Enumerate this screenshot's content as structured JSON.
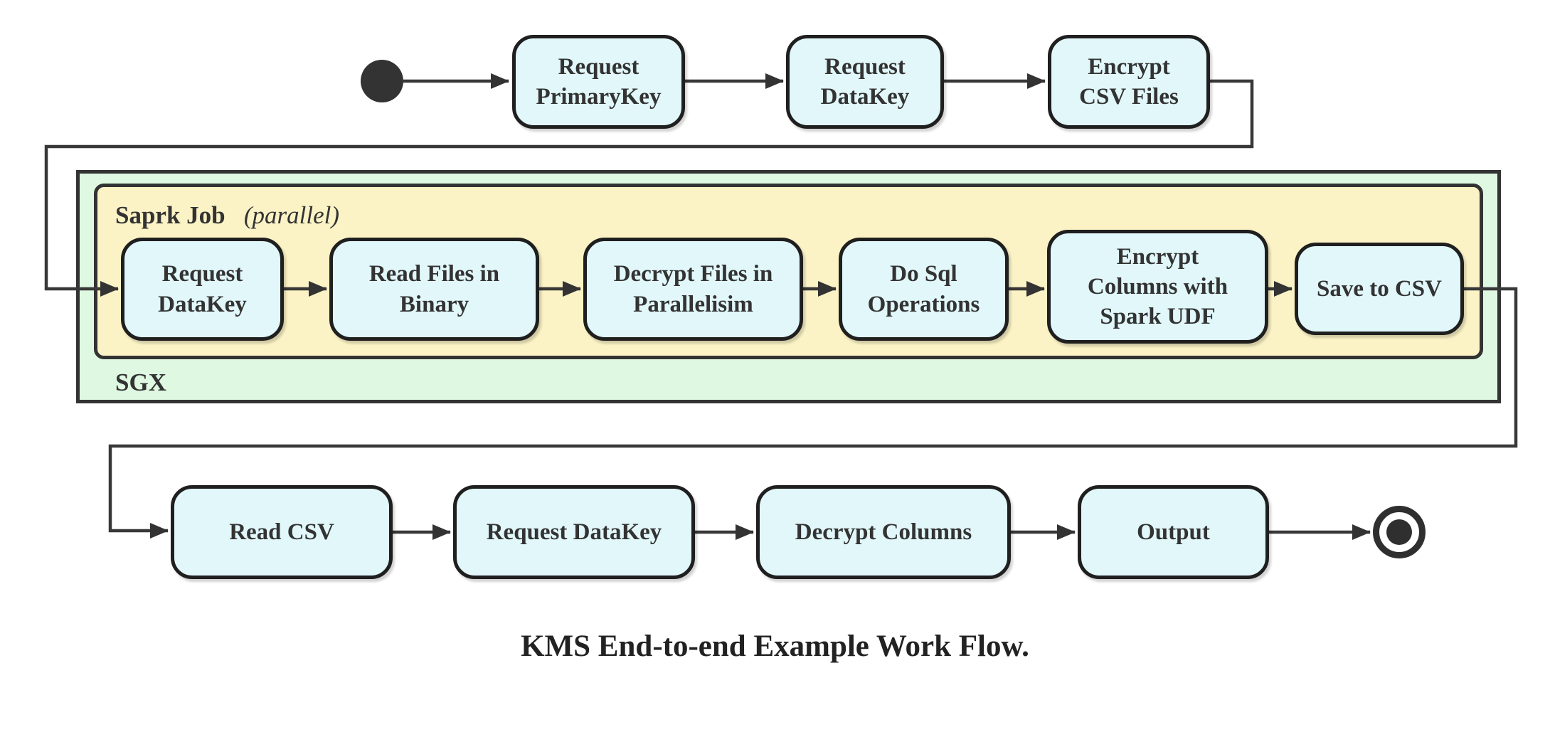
{
  "diagram": {
    "caption": "KMS End-to-end Example Work Flow.",
    "colors": {
      "node_fill": "#e1f7fa",
      "sgx_container_fill": "#dff8e2",
      "spark_container_fill": "#fbf3c5",
      "edge": "#383838",
      "text": "#333333"
    },
    "icons": {
      "start": "initial-state-icon",
      "end": "final-state-icon"
    },
    "containers": {
      "sgx": {
        "label": "SGX"
      },
      "spark": {
        "label_bold": "Saprk Job",
        "label_italic": "(parallel)"
      }
    },
    "nodes": {
      "top": [
        {
          "label": "Request\nPrimaryKey"
        },
        {
          "label": "Request\nDataKey"
        },
        {
          "label": "Encrypt\nCSV Files"
        }
      ],
      "middle": [
        {
          "label": "Request\nDataKey"
        },
        {
          "label": "Read Files in\nBinary"
        },
        {
          "label": "Decrypt Files in\nParallelisim"
        },
        {
          "label": "Do Sql\nOperations"
        },
        {
          "label": "Encrypt\nColumns with\nSpark UDF"
        },
        {
          "label": "Save to CSV"
        }
      ],
      "bottom": [
        {
          "label": "Read CSV"
        },
        {
          "label": "Request DataKey"
        },
        {
          "label": "Decrypt Columns"
        },
        {
          "label": "Output"
        }
      ]
    }
  }
}
